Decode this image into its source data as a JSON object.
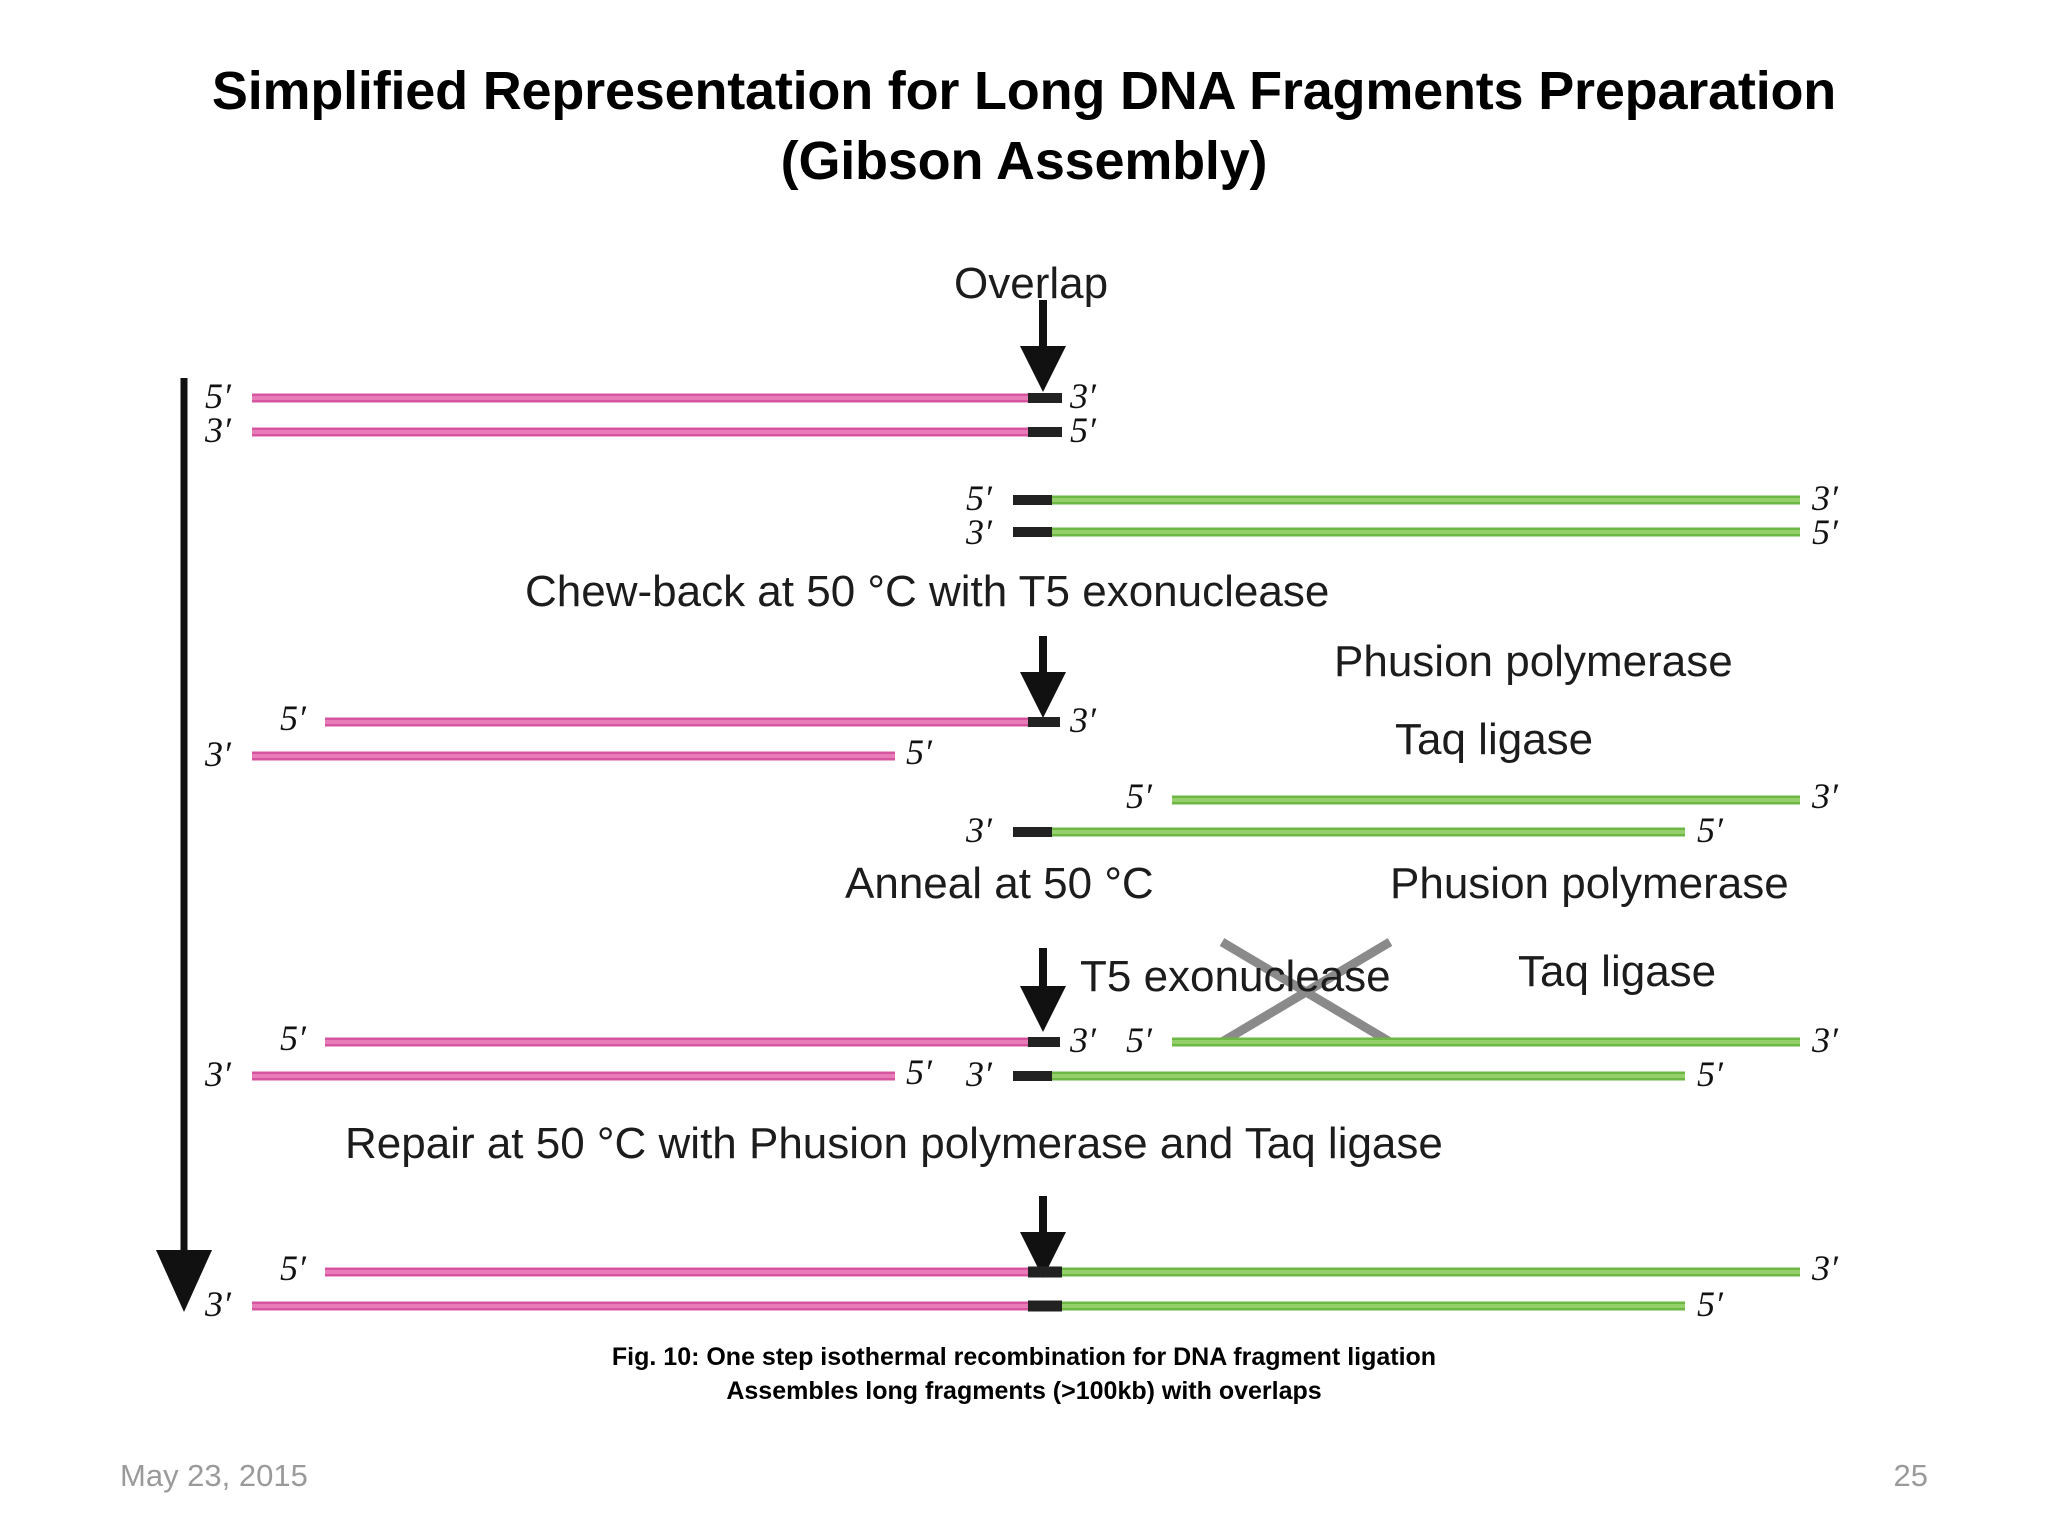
{
  "slide": {
    "title_line1": "Simplified Representation for Long DNA Fragments Preparation",
    "title_line2": "(Gibson Assembly)"
  },
  "figure": {
    "overlap_label": "Overlap",
    "step1_label": "Chew-back at 50 °C with T5 exonuclease",
    "enzyme1_line1": "Phusion polymerase",
    "enzyme1_taq": "Taq",
    "enzyme1_ligase": " ligase",
    "step2_label": "Anneal at 50 °C",
    "crossed_enzyme": "T5 exonuclease",
    "enzyme2_line1": "Phusion polymerase",
    "enzyme2_taq": "Taq",
    "enzyme2_ligase": " ligase",
    "step3_prefix": "Repair at 50 °C with Phusion polymerase and ",
    "step3_taq": "Taq",
    "step3_suffix": " ligase",
    "primes": {
      "r1_top_left": "5′",
      "r1_top_right": "3′",
      "r1_bot_left": "3′",
      "r1_bot_right": "5′",
      "r2_top_left": "5′",
      "r2_top_right": "3′",
      "r2_bot_left": "3′",
      "r2_bot_right": "5′",
      "r3_top_left": "5′",
      "r3_top_right": "3′",
      "r3_bot_left": "3′",
      "r3_bot_right": "5′",
      "r4_top_left": "5′",
      "r4_top_right": "3′",
      "r4_bot_left": "3′",
      "r4_bot_right": "5′",
      "r5_pink_top_left": "5′",
      "r5_pink_top_right": "3′",
      "r5_pink_bot_left": "3′",
      "r5_pink_bot_right": "5′",
      "r5_green_top_left": "5′",
      "r5_green_top_right": "3′",
      "r5_green_bot_left": "3′",
      "r5_green_bot_right": "5′",
      "r6_top_left": "5′",
      "r6_top_right": "3′",
      "r6_bot_left": "3′",
      "r6_bot_right": "5′"
    },
    "colors": {
      "pink": "#d7549f",
      "pink_light": "#e87cb8",
      "green": "#6eb745",
      "green_light": "#93d06a",
      "overlap_black": "#222222",
      "arrow_black": "#111111",
      "cross_gray": "#8a8a8a"
    }
  },
  "caption": {
    "line1": "Fig. 10: One step isothermal recombination for DNA fragment ligation",
    "line2": "Assembles long fragments (>100kb) with overlaps"
  },
  "footer": {
    "date": "May 23, 2015",
    "page": "25"
  }
}
